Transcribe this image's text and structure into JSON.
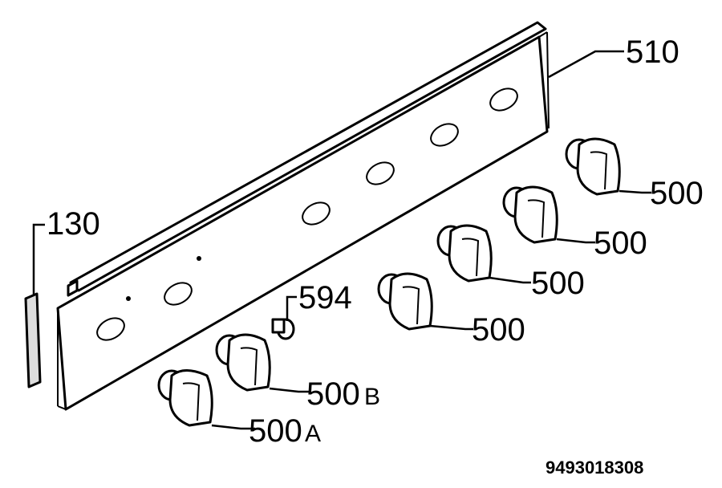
{
  "labels": {
    "panel": "510",
    "strip": "130",
    "screw": "594",
    "knob_a_num": "500",
    "knob_a_suffix": "A",
    "knob_b_num": "500",
    "knob_b_suffix": "B",
    "knob1": "500",
    "knob2": "500",
    "knob3": "500",
    "knob4": "500"
  },
  "document_number": "9493018308"
}
